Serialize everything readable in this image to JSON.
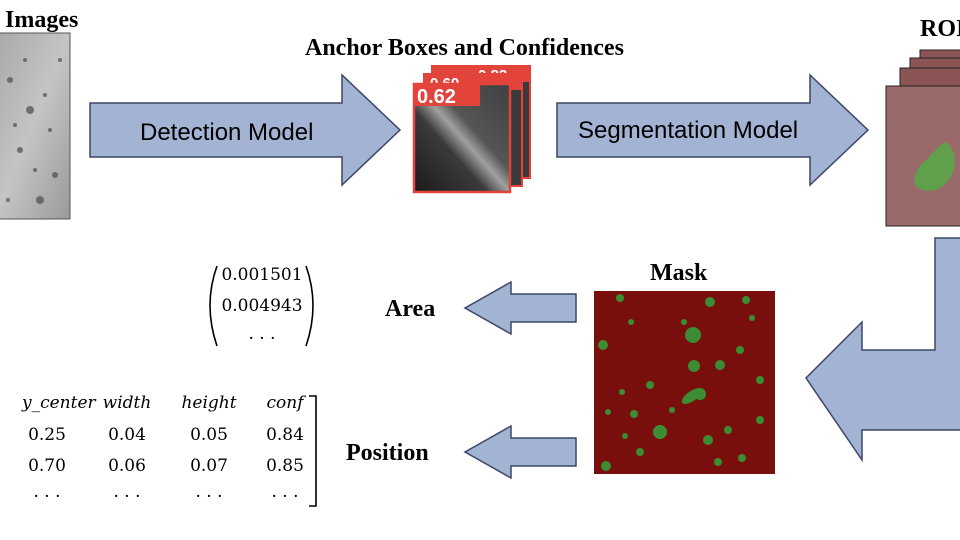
{
  "input_label": "Images",
  "anchor_title": "Anchor Boxes and Confidences",
  "detection_label": "Detection Model",
  "segmentation_label": "Segmentation Model",
  "roi_label": "ROI",
  "confidence_front": "0.62",
  "confidence_mid": "0.60",
  "confidence_back": "0.83",
  "mask_label": "Mask",
  "area_label": "Area",
  "position_label": "Position",
  "area_vector": [
    "0.001501",
    "0.004943",
    "· · ·"
  ],
  "position_table": {
    "headers": [
      "y_center",
      "width",
      "height",
      "conf"
    ],
    "rows": [
      [
        "0.25",
        "0.04",
        "0.05",
        "0.84"
      ],
      [
        "0.70",
        "0.06",
        "0.07",
        "0.85"
      ],
      [
        "· · ·",
        "· · ·",
        "· · ·",
        "· · ·"
      ]
    ]
  },
  "colors": {
    "arrow_fill": "#a3b3d3",
    "arrow_stroke": "#3c4666",
    "box_border": "#e2433b",
    "mask_background": "#780f0c",
    "mask_blob": "#3b8c32",
    "roi_tint": "#8c5555"
  }
}
